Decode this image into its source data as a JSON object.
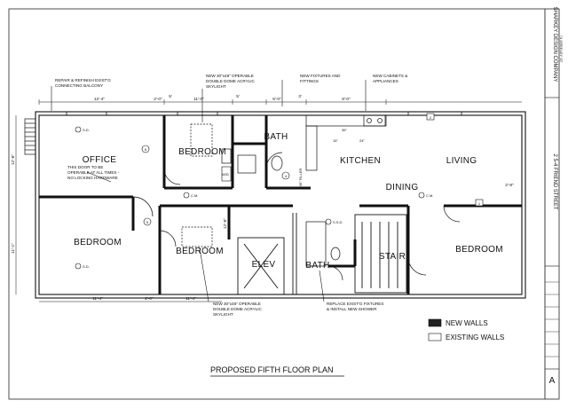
{
  "rooms": {
    "office": "OFFICE",
    "bedroom_1": "BEDROOM",
    "bedroom_2": "BEDROOM",
    "bedroom_3": "BEDROOM",
    "bedroom_4": "BEDROOM",
    "bath_1": "BATH",
    "bath_2": "BATH",
    "kitchen": "KITCHEN",
    "living": "LIVING",
    "dining": "DINING",
    "elev": "ELEV",
    "stair": "STAIR"
  },
  "notes": {
    "balcony_1": "REPAIR & REFINISH EXIST'G",
    "balcony_2": "CONNECTING BALCONY",
    "skylight_top_1": "NEW 30\"x48\" OPERABLE",
    "skylight_top_2": "DOUBLE DOME ACRYLIC",
    "skylight_top_3": "SKYLIGHT",
    "fixtures_1": "NEW FIXTURES AND",
    "fixtures_2": "FITTINGS",
    "cabinets_1": "NEW CABINETS &",
    "cabinets_2": "APPLIANCES",
    "door_1": "THIS DOOR TO BE",
    "door_2": "OPERABLE AT ALL TIMES -",
    "door_3": "NO LOCKING HARDWARE",
    "skylight_bot_1": "NEW 30\"x48\" OPERABLE",
    "skylight_bot_2": "DOUBLE DOME ACRYLIC",
    "skylight_bot_3": "SKYLIGHT",
    "replace_1": "REPLACE EXIST'G FIXTURES",
    "replace_2": "& INSTALL NEW SHOWER"
  },
  "dimensions": {
    "top_1": "12'-4\"",
    "top_2": "2'-0\"",
    "top_3": "5'",
    "top_4": "11'-0\"",
    "top_5": "5'",
    "top_6": "6'-0\"",
    "top_7": "3'",
    "top_8": "8'-0\"",
    "bottom_1": "11'-4\"",
    "bottom_2": "2'-0\"",
    "bottom_3": "11'-4\"",
    "left_1": "12'-6\"",
    "left_2": "11'-1\"",
    "right_1": "2'-8\"",
    "mid_1": "12'-6\"",
    "filler": "36\" FILLER",
    "d36": "36\"",
    "d24": "24\"",
    "d15": "15\""
  },
  "markers": {
    "sd": "S.D.",
    "cm": "C.M.",
    "ssd": "S.S.D.",
    "wd": "W/D",
    "tag_2": "2",
    "tag_1": "1",
    "tag_4": "4",
    "tag_6": "6",
    "tag_5": "5"
  },
  "legend": {
    "new_walls": "NEW WALLS",
    "existing_walls": "EXISTING WALLS"
  },
  "title": "PROPOSED FIFTH FLOOR PLAN",
  "title_block": {
    "company_1": "SHARKEY DESIGN COMPANY",
    "company_2": "74 GREELEY ST",
    "address": "2 5-4 FRIEND STREET",
    "sheet": "A"
  }
}
